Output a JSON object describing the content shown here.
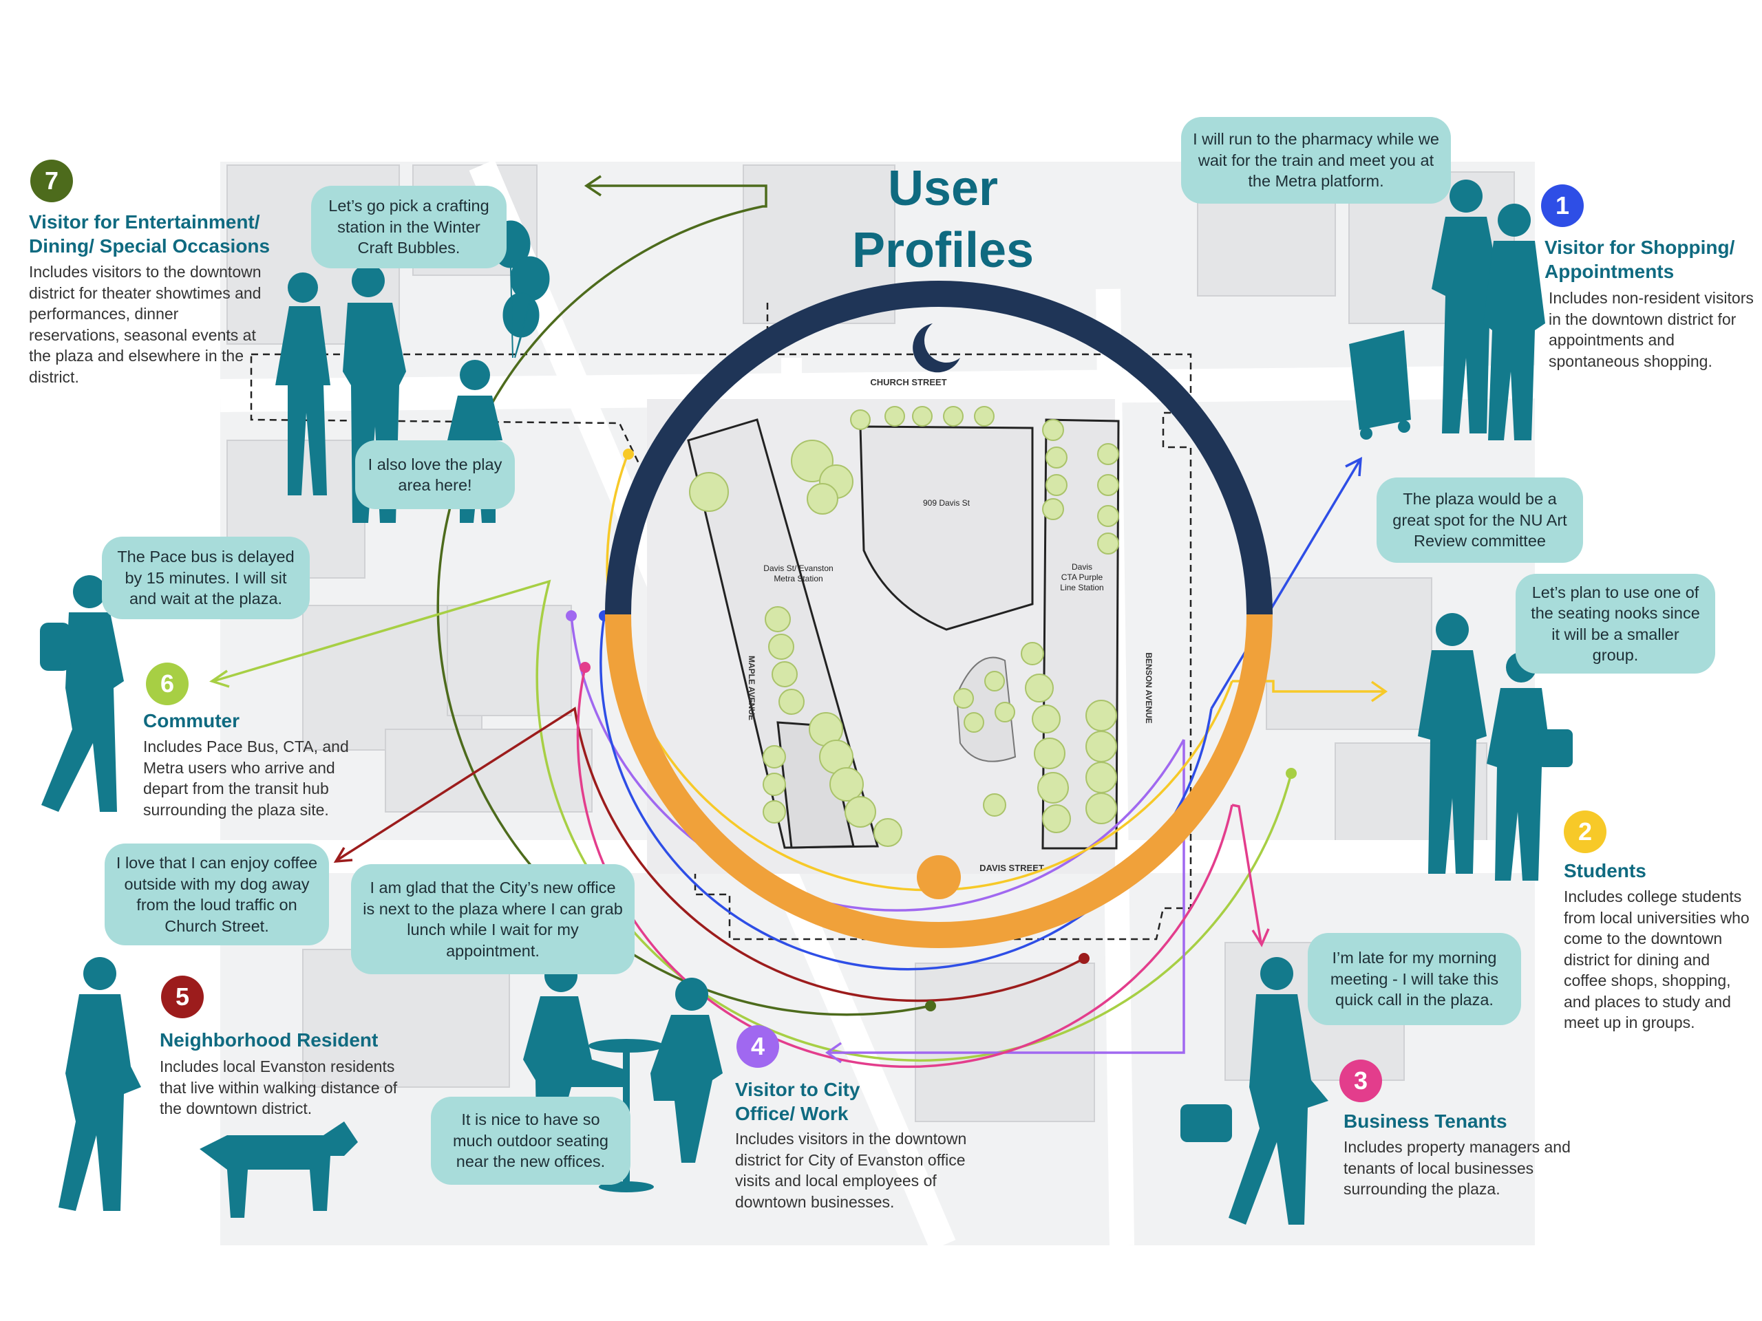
{
  "title": {
    "line1": "User",
    "line2": "Profiles"
  },
  "colors": {
    "navy": "#1f3557",
    "orange": "#f0a13a",
    "teal_figure": "#137a8c",
    "teal_text": "#0f6a80",
    "bubble": "#a8dcda",
    "p1_blue": "#2e4ee6",
    "p2_yellow": "#f7c928",
    "p3_pink": "#e33d8c",
    "p4_purple": "#a068f0",
    "p5_red": "#9c1c1c",
    "p6_green": "#a7cf44",
    "p7_olive": "#4d6b1c"
  },
  "map_labels": {
    "church_street": "CHURCH STREET",
    "davis_street": "DAVIS STREET",
    "maple_avenue": "MAPLE AVENUE",
    "benson_avenue": "BENSON AVENUE",
    "building_909": "909 Davis St",
    "metra_line1": "Davis St/ Evanston",
    "metra_line2": "Metra Station",
    "cta_line1": "Davis",
    "cta_line2": "CTA Purple",
    "cta_line3": "Line Station"
  },
  "profiles": [
    {
      "num": "1",
      "title_l1": "Visitor for Shopping/",
      "title_l2": "Appointments",
      "desc": "Includes non-resident visitors in the downtown district for appointments and spontaneous shopping."
    },
    {
      "num": "2",
      "title_l1": "Students",
      "title_l2": "",
      "desc": "Includes college students from local universities who come to the downtown district for dining and coffee shops, shopping, and places to study and meet up in groups."
    },
    {
      "num": "3",
      "title_l1": "Business Tenants",
      "title_l2": "",
      "desc": "Includes property managers and tenants of local businesses surrounding the plaza."
    },
    {
      "num": "4",
      "title_l1": "Visitor to City",
      "title_l2": "Office/ Work",
      "desc": "Includes visitors in the downtown district for City of Evanston office visits and local employees of downtown businesses."
    },
    {
      "num": "5",
      "title_l1": "Neighborhood Resident",
      "title_l2": "",
      "desc": "Includes local Evanston residents that live within walking distance of the downtown district."
    },
    {
      "num": "6",
      "title_l1": "Commuter",
      "title_l2": "",
      "desc": "Includes Pace Bus, CTA, and Metra users who arrive and depart from the transit hub surrounding the plaza site."
    },
    {
      "num": "7",
      "title_l1": "Visitor for Entertainment/",
      "title_l2": "Dining/ Special Occasions",
      "desc": "Includes visitors to the downtown district for theater showtimes and performances, dinner reservations, seasonal events at the plaza and elsewhere in the district."
    }
  ],
  "quotes": {
    "pharmacy": "I will run to the pharmacy while we wait for the train and meet you at the Metra platform.",
    "art_review": "The plaza would be a great spot for the NU Art Review committee",
    "seating_nooks": "Let’s plan to use one of the seating nooks since it will be a smaller group.",
    "late_meeting": "I’m late for my morning meeting - I will take this quick call in the plaza.",
    "city_office": "I am glad that the City’s new office is next to the plaza where I can grab lunch while I wait for my appointment.",
    "outdoor_seating": "It is nice to have so much outdoor seating near the new offices.",
    "coffee_dog": "I love that I can enjoy coffee outside with my dog away from the loud traffic on Church Street.",
    "pace_bus": "The Pace bus is delayed by 15 minutes. I will sit and wait at the plaza.",
    "crafting": "Let’s go pick a crafting station in the Winter Craft Bubbles.",
    "play_area": "I also love the play area here!"
  }
}
